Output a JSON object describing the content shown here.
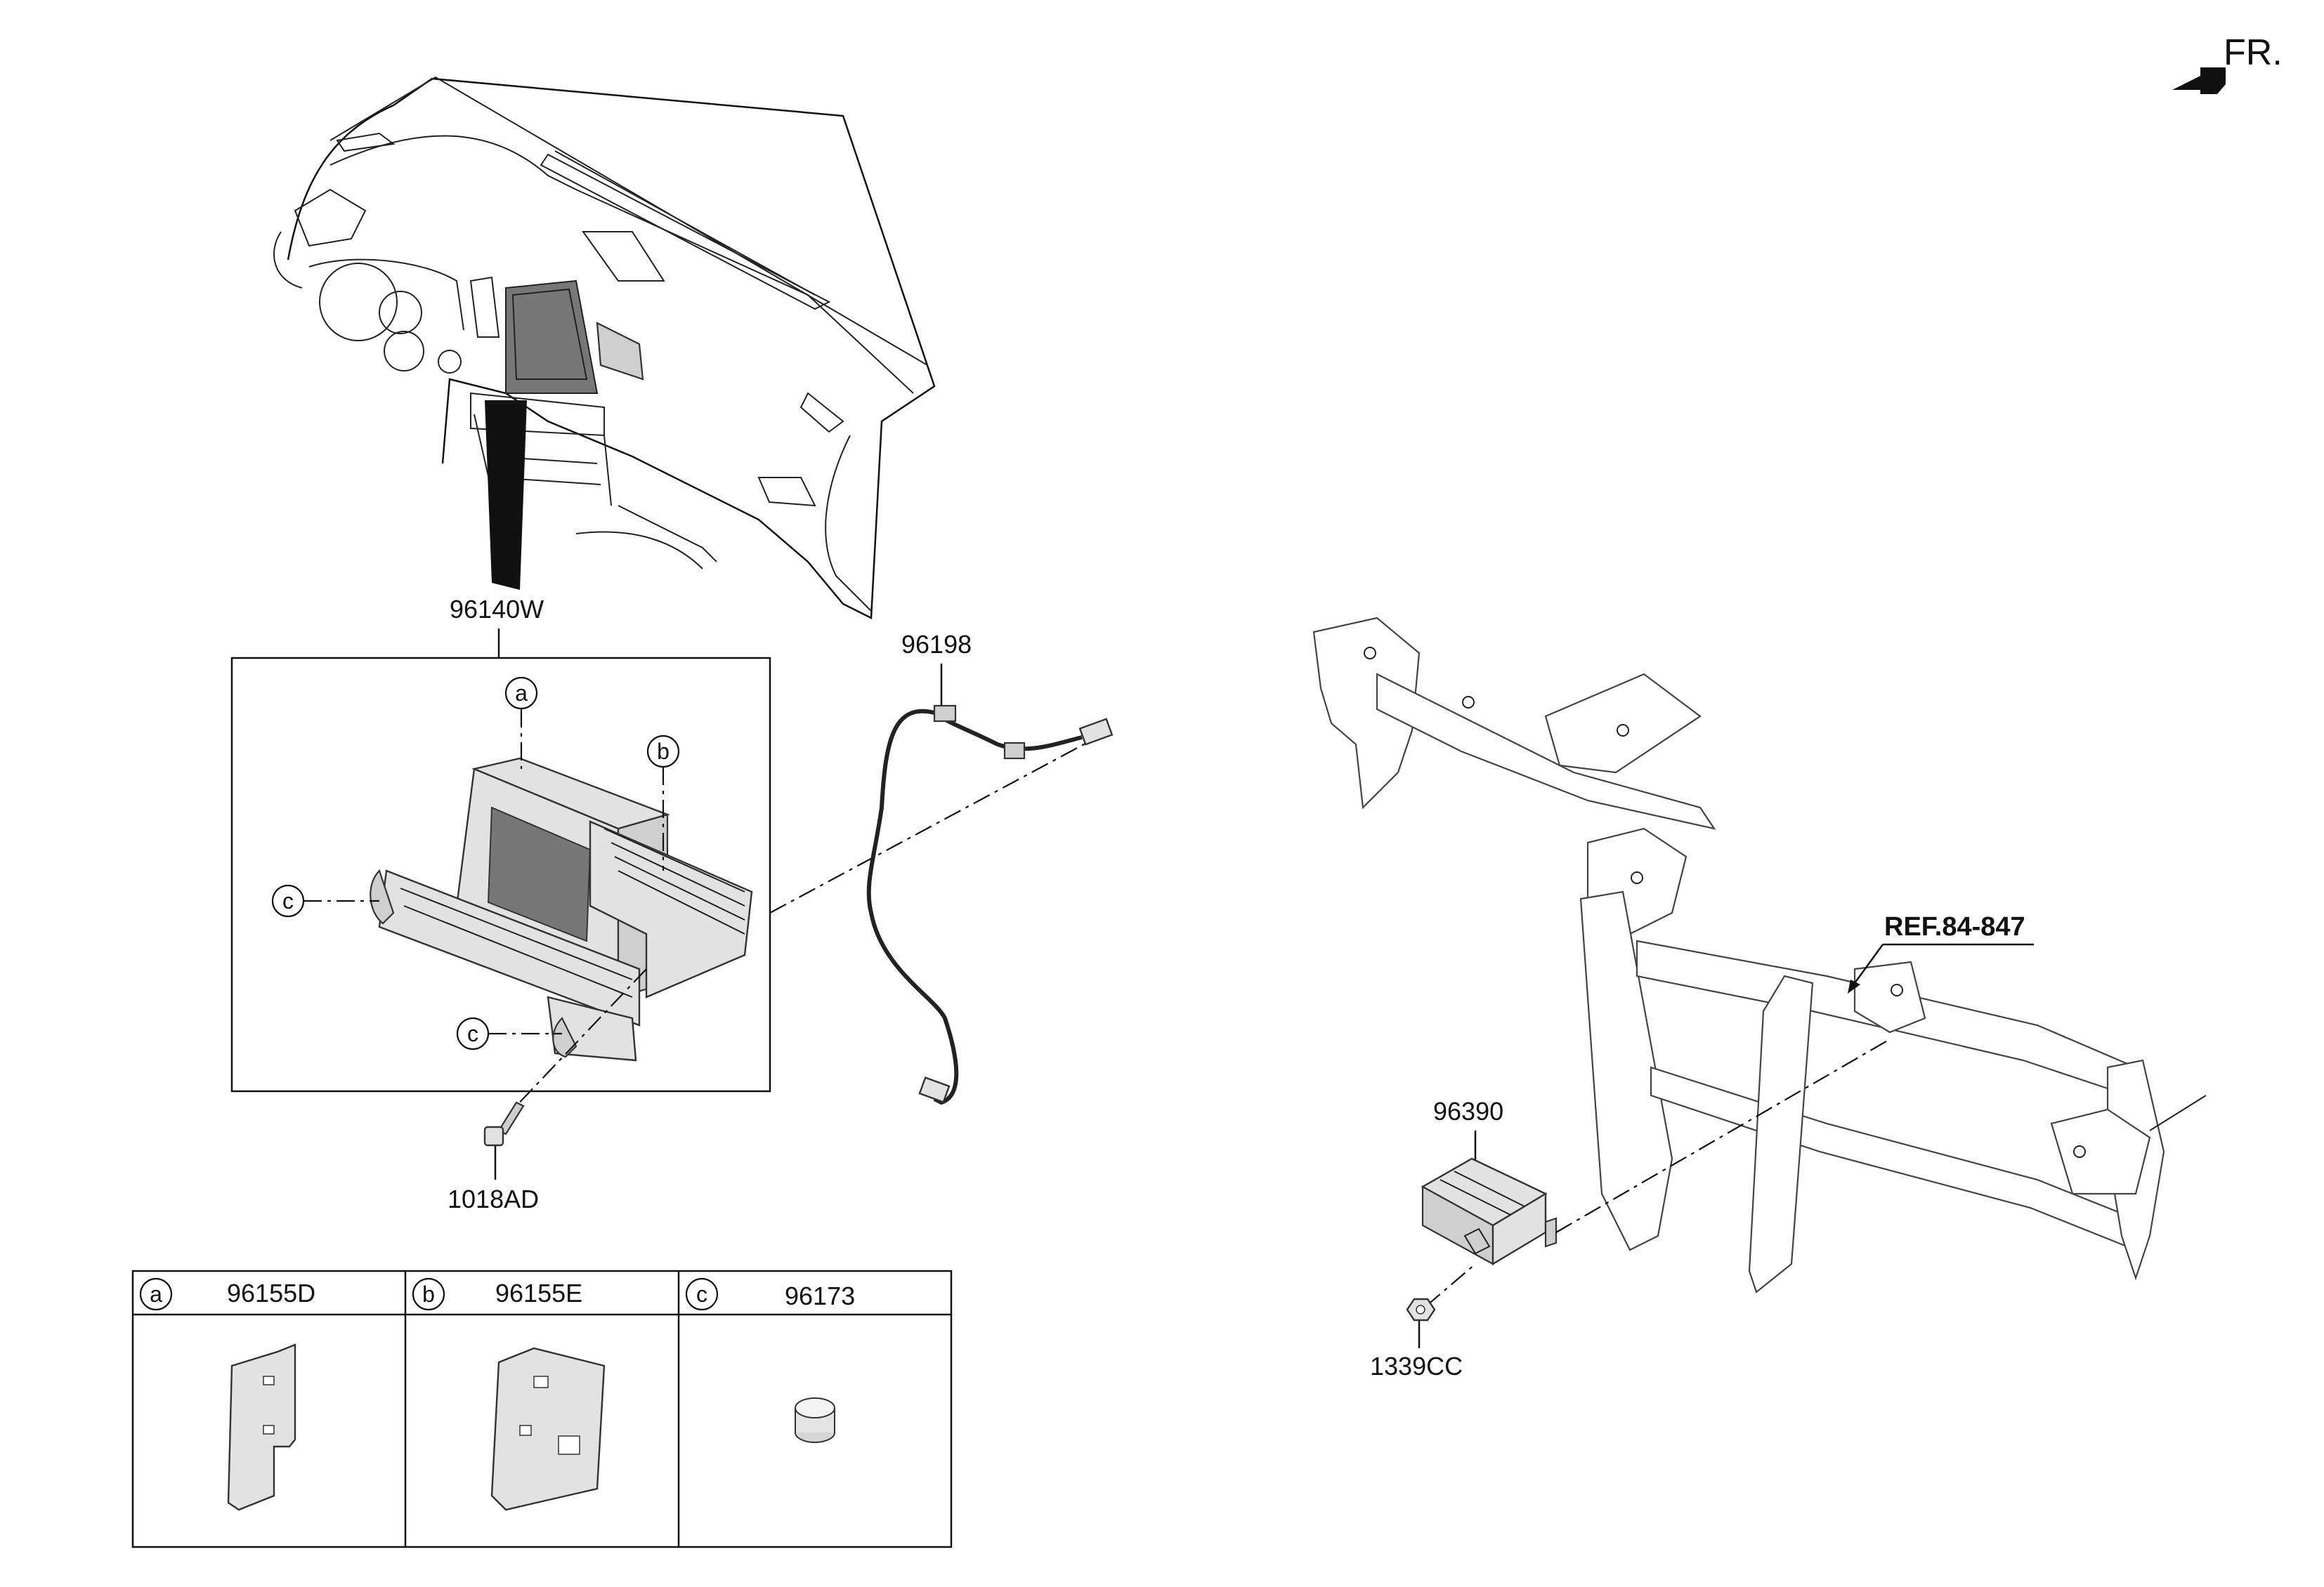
{
  "orientation": {
    "label": "FR.",
    "arrow_icon": "front-direction-arrow-icon"
  },
  "callouts": {
    "head_unit": "96140W",
    "antenna_cable": "96198",
    "screw": "1018AD",
    "amplifier": "96390",
    "nut": "1339CC",
    "reference": "REF.84-847"
  },
  "markers": {
    "a": "a",
    "b": "b",
    "c": "c"
  },
  "legend_table": {
    "columns": [
      {
        "marker": "a",
        "part_no": "96155D"
      },
      {
        "marker": "b",
        "part_no": "96155E"
      },
      {
        "marker": "c",
        "part_no": "96173"
      }
    ]
  },
  "colors": {
    "line": "#111111",
    "part_fill": "#e2e2e2",
    "background": "#ffffff"
  }
}
